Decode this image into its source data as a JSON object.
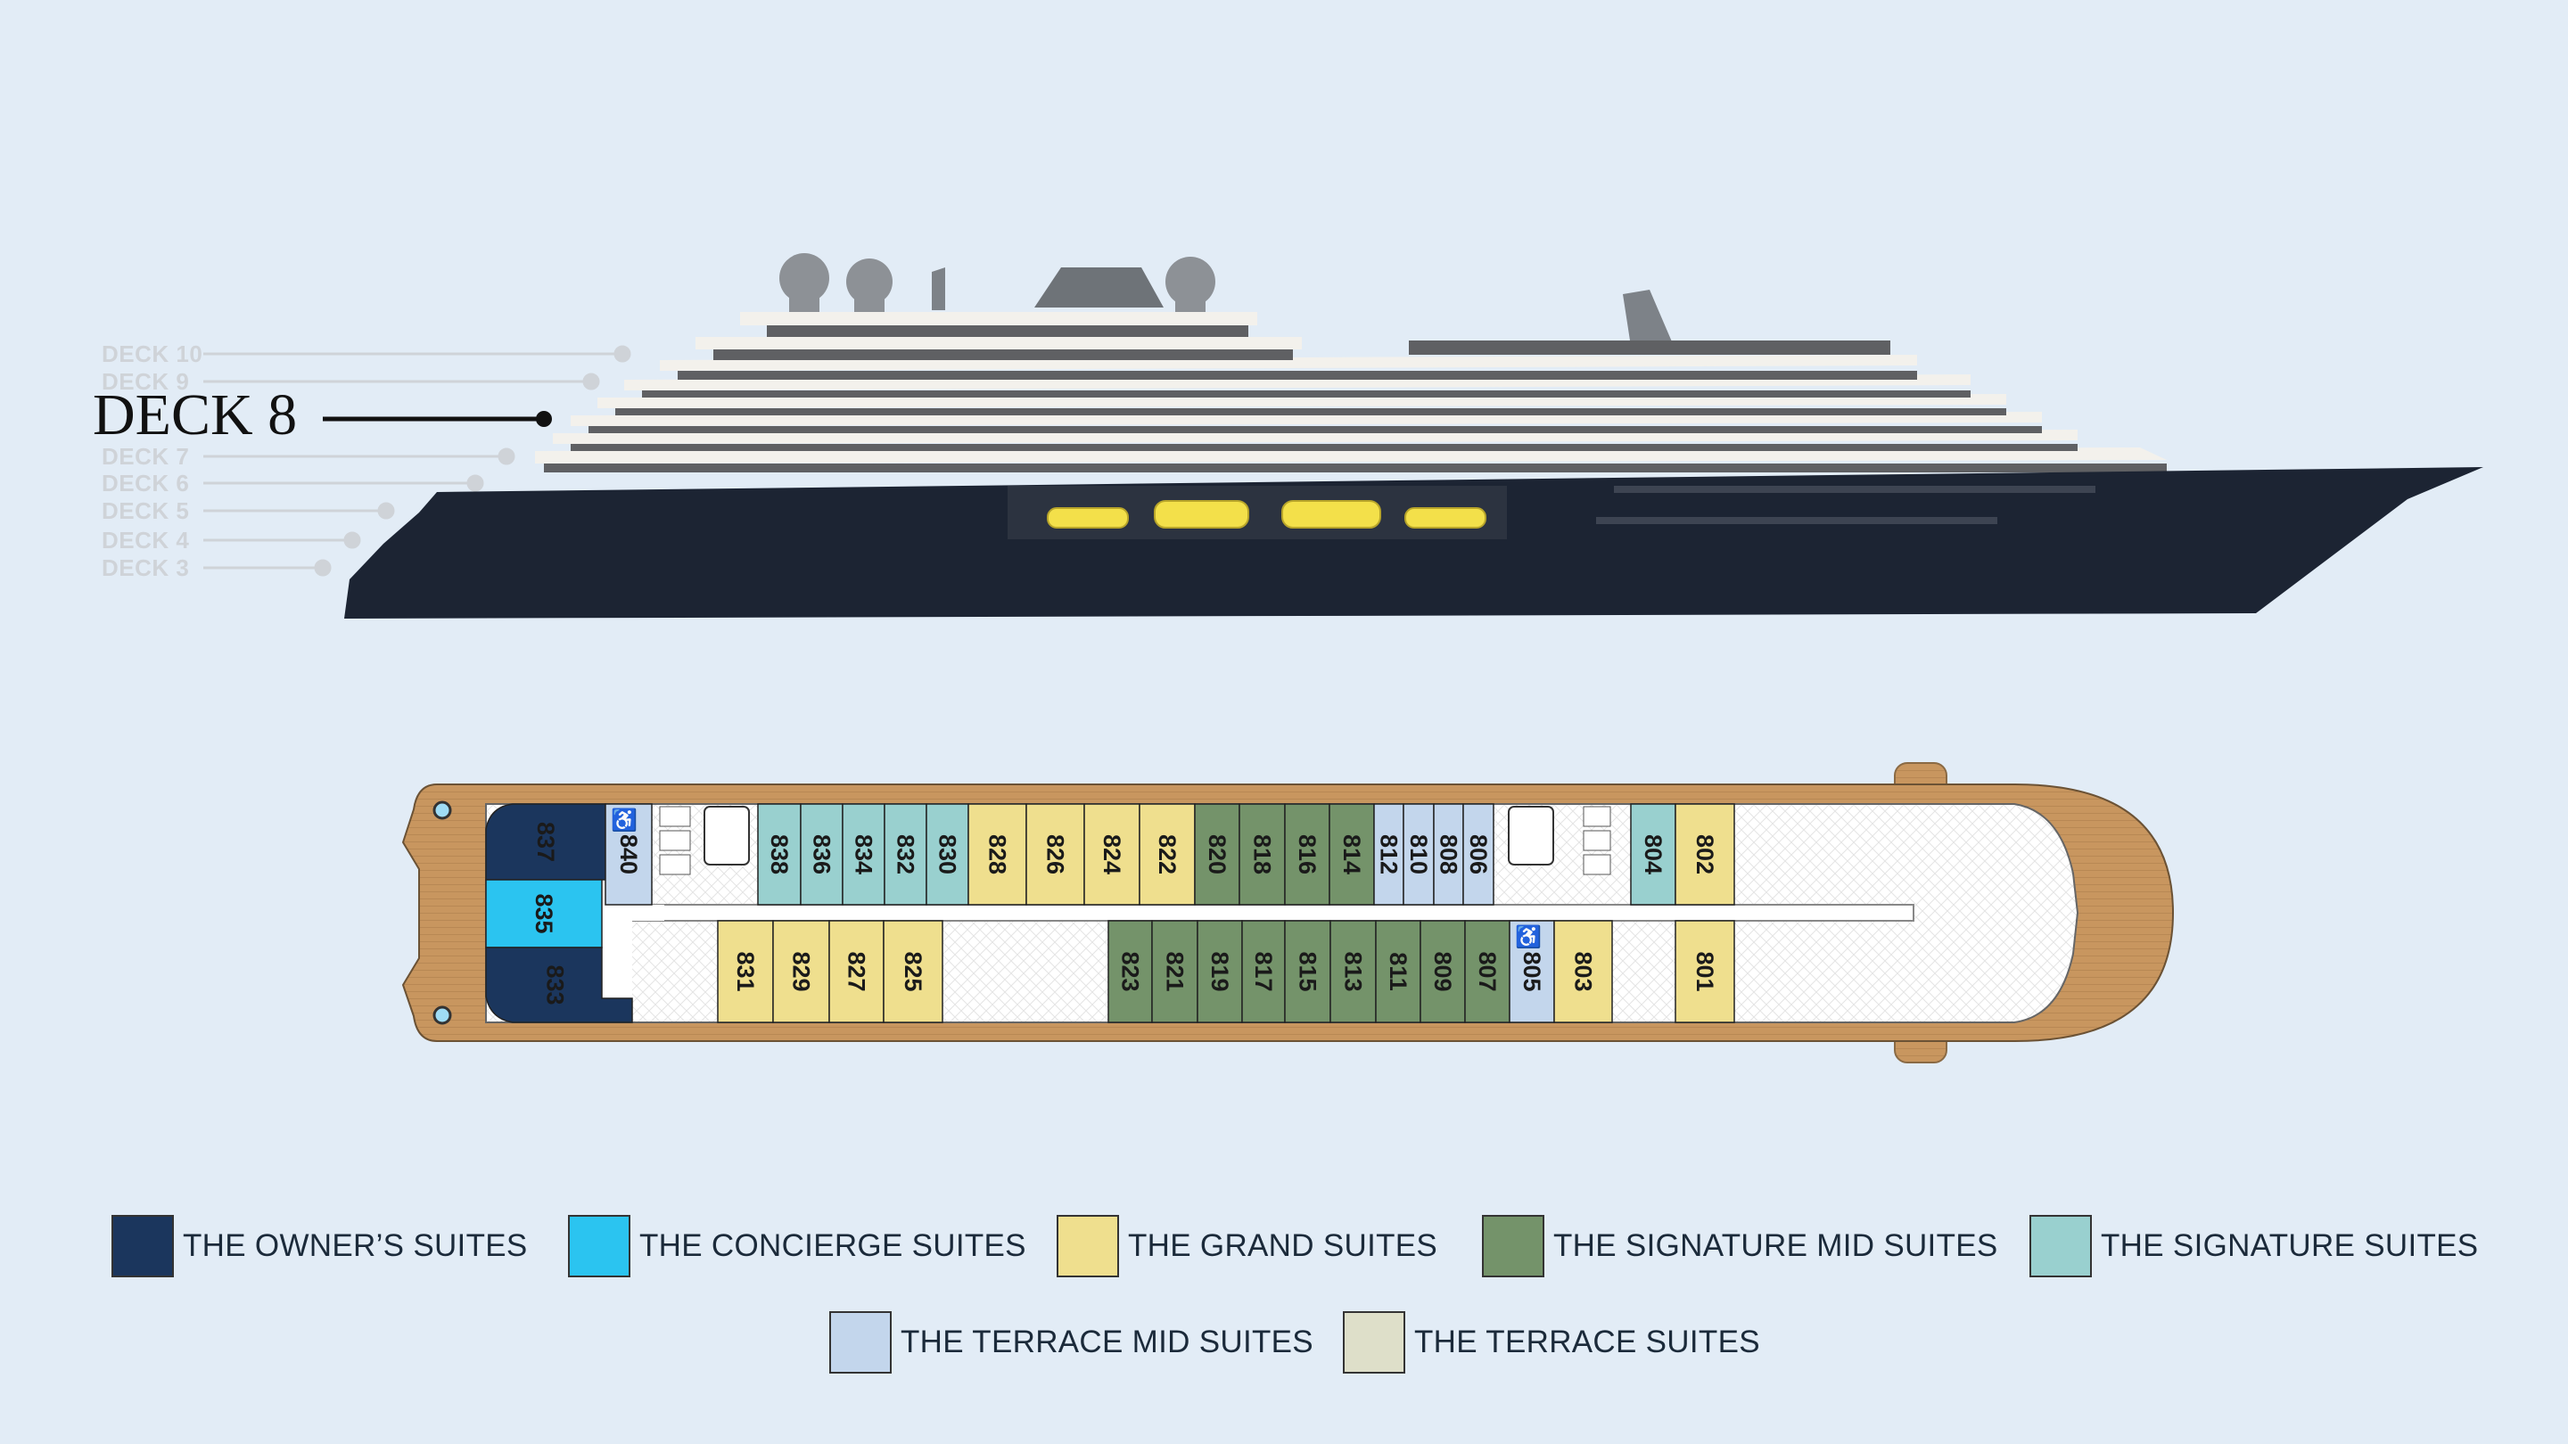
{
  "decks": {
    "active": "DECK 8",
    "others": [
      "DECK 10",
      "DECK 9",
      "DECK 7",
      "DECK 6",
      "DECK 5",
      "DECK 4",
      "DECK 3"
    ]
  },
  "colors": {
    "owner": "#1b365d",
    "concierge": "#2bc4f0",
    "grand": "#efdf8e",
    "sigmid": "#74936a",
    "signature": "#99d0cf",
    "termid": "#c3d6ec",
    "terrace": "#dedfc9",
    "wood": "#c8965f",
    "hull": "#1c2433"
  },
  "cabins": {
    "aft": [
      {
        "num": "837",
        "cat": "owner"
      },
      {
        "num": "835",
        "cat": "concierge"
      },
      {
        "num": "833",
        "cat": "owner"
      }
    ],
    "top": [
      {
        "num": "840",
        "cat": "termid",
        "accessible": true
      },
      {
        "num": "838",
        "cat": "signature"
      },
      {
        "num": "836",
        "cat": "signature"
      },
      {
        "num": "834",
        "cat": "signature"
      },
      {
        "num": "832",
        "cat": "signature"
      },
      {
        "num": "830",
        "cat": "signature"
      },
      {
        "num": "828",
        "cat": "grand"
      },
      {
        "num": "826",
        "cat": "grand"
      },
      {
        "num": "824",
        "cat": "grand"
      },
      {
        "num": "822",
        "cat": "grand"
      },
      {
        "num": "820",
        "cat": "sigmid"
      },
      {
        "num": "818",
        "cat": "sigmid"
      },
      {
        "num": "816",
        "cat": "sigmid"
      },
      {
        "num": "814",
        "cat": "sigmid"
      },
      {
        "num": "812",
        "cat": "termid"
      },
      {
        "num": "810",
        "cat": "termid"
      },
      {
        "num": "808",
        "cat": "termid"
      },
      {
        "num": "806",
        "cat": "termid"
      },
      {
        "num": "804",
        "cat": "signature"
      },
      {
        "num": "802",
        "cat": "grand"
      }
    ],
    "bottom": [
      {
        "num": "831",
        "cat": "grand"
      },
      {
        "num": "829",
        "cat": "grand"
      },
      {
        "num": "827",
        "cat": "grand"
      },
      {
        "num": "825",
        "cat": "grand"
      },
      {
        "num": "823",
        "cat": "sigmid"
      },
      {
        "num": "821",
        "cat": "sigmid"
      },
      {
        "num": "819",
        "cat": "sigmid"
      },
      {
        "num": "817",
        "cat": "sigmid"
      },
      {
        "num": "815",
        "cat": "sigmid"
      },
      {
        "num": "813",
        "cat": "sigmid"
      },
      {
        "num": "811",
        "cat": "sigmid"
      },
      {
        "num": "809",
        "cat": "sigmid"
      },
      {
        "num": "807",
        "cat": "sigmid"
      },
      {
        "num": "805",
        "cat": "termid",
        "accessible": true
      },
      {
        "num": "803",
        "cat": "grand"
      },
      {
        "num": "801",
        "cat": "grand"
      }
    ]
  },
  "legend": [
    {
      "cat": "owner",
      "label": "THE OWNER’S SUITES"
    },
    {
      "cat": "concierge",
      "label": "THE CONCIERGE SUITES"
    },
    {
      "cat": "grand",
      "label": "THE GRAND SUITES"
    },
    {
      "cat": "sigmid",
      "label": "THE SIGNATURE MID SUITES"
    },
    {
      "cat": "signature",
      "label": "THE SIGNATURE SUITES"
    },
    {
      "cat": "termid",
      "label": "THE TERRACE MID SUITES"
    },
    {
      "cat": "terrace",
      "label": "THE TERRACE SUITES"
    }
  ]
}
